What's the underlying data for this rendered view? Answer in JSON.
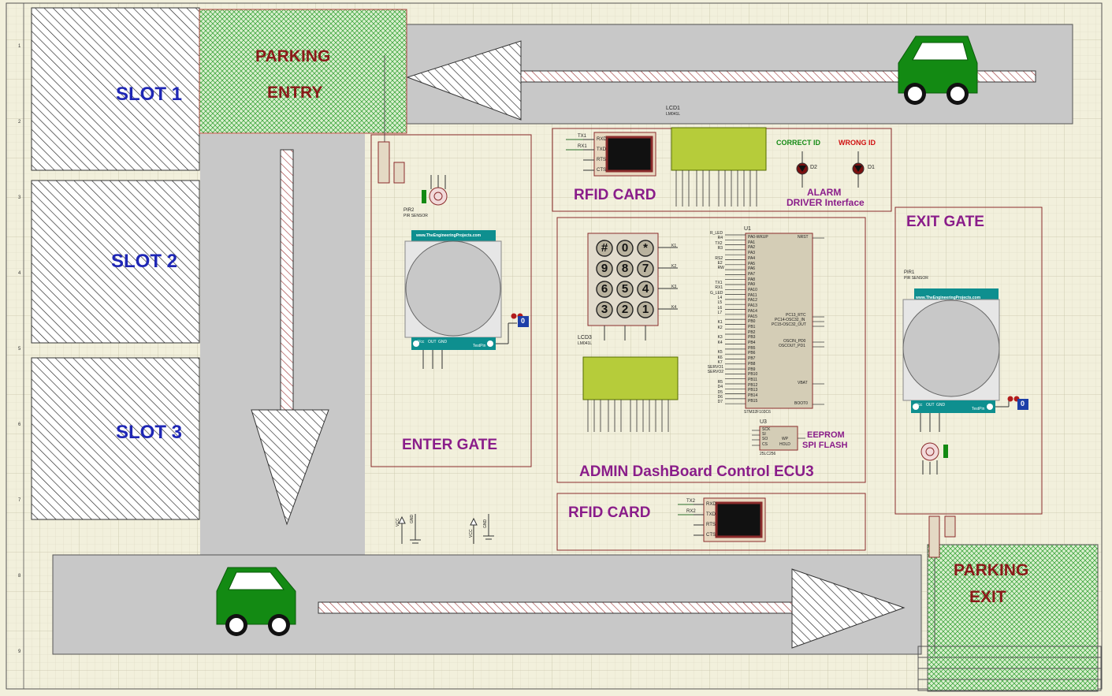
{
  "parking": {
    "slots": [
      "SLOT 1",
      "SLOT 2",
      "SLOT 3"
    ],
    "entry_line1": "PARKING",
    "entry_line2": "ENTRY",
    "exit_line1": "PARKING",
    "exit_line2": "EXIT"
  },
  "blocks": {
    "enter_gate": "ENTER GATE",
    "exit_gate": "EXIT GATE",
    "rfid_top": "RFID CARD",
    "rfid_bottom": "RFID CARD",
    "admin": "ADMIN DashBoard Control ECU3",
    "alarm_line1": "ALARM",
    "alarm_line2": "DRIVER Interface",
    "eeprom_line1": "EEPROM",
    "eeprom_line2": "SPI FLASH",
    "correct_id": "CORRECT ID",
    "wrong_id": "WRONG ID"
  },
  "components": {
    "lcd1": "LCD1",
    "lcd1_part": "LM041L",
    "lcd3": "LCD3",
    "lcd3_part": "LM041L",
    "u1": "U1",
    "u1_part": "STM32F103C6",
    "u3": "U3",
    "u3_part": "25LC256",
    "pir2": "PIR2",
    "pir1": "PIR1",
    "pir_part": "PIR SENSOR",
    "pir_site": "www.TheEngineeringProjects.com",
    "d1": "D1",
    "d2": "D2",
    "logic_val": "0",
    "pin_vcc": "Vcc",
    "pin_out": "OUT",
    "pin_gnd": "GND",
    "testpin": "TestPin",
    "vcc": "VCC",
    "gnd": "GND"
  },
  "rfid_pins": [
    "RXD",
    "TXD",
    "RTS",
    "CTS"
  ],
  "rfid_top_nets": [
    "TX1",
    "RX1"
  ],
  "rfid_bottom_nets": [
    "TX2",
    "RX2"
  ],
  "keypad_keys": [
    "#",
    "0",
    "*",
    "9",
    "8",
    "7",
    "6",
    "5",
    "4",
    "3",
    "2",
    "1"
  ],
  "keypad_rows": [
    "K1",
    "K2",
    "K3",
    "K4"
  ],
  "mcu_left_nets": [
    "R_LED",
    "R4",
    "TX2",
    "R3",
    "",
    "RS2",
    "E2",
    "RW",
    "",
    "",
    "TX1",
    "RX1",
    "G_LED",
    "L4",
    "L5",
    "L6",
    "L7",
    "",
    "K1",
    "K2",
    "",
    "K3",
    "K4",
    "",
    "K5",
    "K6",
    "K7",
    "SERVO1",
    "SERVO2",
    "",
    "R5",
    "D4",
    "D5",
    "D6",
    "D7"
  ],
  "mcu_left_pins": [
    "PA0-WKUP",
    "PA1",
    "PA2",
    "PA3",
    "PA4",
    "PA5",
    "PA6",
    "PA7",
    "PA8",
    "PA9",
    "PA10",
    "PA11",
    "PA12",
    "PA13",
    "PA14",
    "PA15",
    "PB0",
    "PB1",
    "PB2",
    "PB3",
    "PB4",
    "PB5",
    "PB6",
    "PB7",
    "PB8",
    "PB9",
    "PB10",
    "PB11",
    "PB12",
    "PB13",
    "PB14",
    "PB15"
  ],
  "mcu_right_pins": [
    "NRST",
    "PC13_RTC",
    "PC14-OSC32_IN",
    "PC15-OSC32_OUT",
    "OSCIN_PD0",
    "OSCOUT_PD1",
    "VBAT",
    "BOOT0"
  ],
  "eeprom_pins": [
    "SCK",
    "SI",
    "SO",
    "CS"
  ],
  "eeprom_right": [
    "WP",
    "HOLD"
  ],
  "colors": {
    "background": "#f2f0dc",
    "grid": "#d6d3b8",
    "road": "#c8c8c8",
    "car": "#138a13",
    "slot_text": "#1f27b5",
    "title_text": "#8b0000",
    "block_text": "#8a1d8a",
    "frame": "#8b2b2b"
  }
}
